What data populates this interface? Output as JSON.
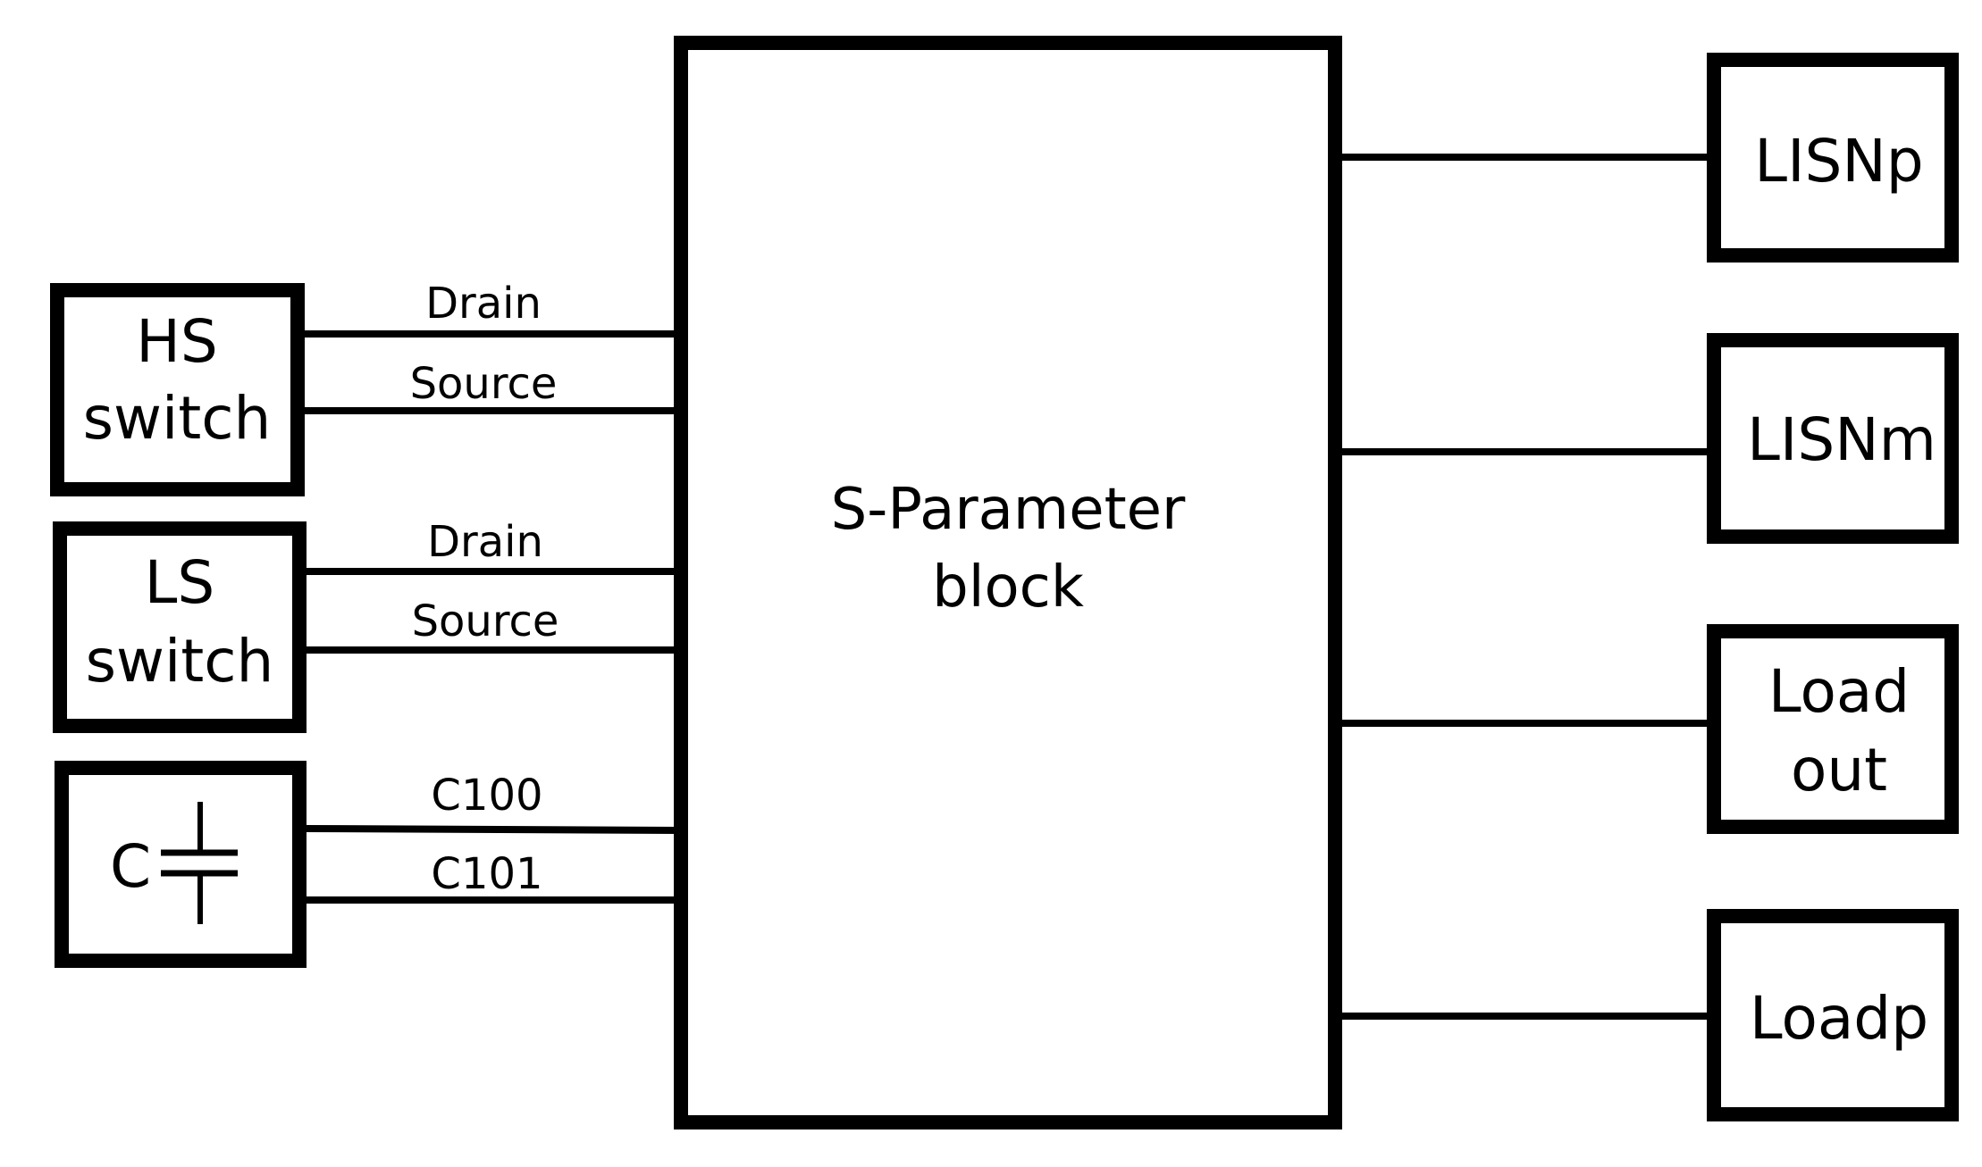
{
  "center_block": {
    "line1": "S-Parameter",
    "line2": "block"
  },
  "left_blocks": [
    {
      "line1": "HS",
      "line2": "switch",
      "wire_top": "Drain",
      "wire_bottom": "Source"
    },
    {
      "line1": "LS",
      "line2": "switch",
      "wire_top": "Drain",
      "wire_bottom": "Source"
    },
    {
      "symbol_label": "C",
      "wire_top": "C100",
      "wire_bottom": "C101"
    }
  ],
  "right_blocks": [
    {
      "line1": "LISNp"
    },
    {
      "line1": "LISNm"
    },
    {
      "line1": "Load",
      "line2": "out"
    },
    {
      "line1": "Loadp"
    }
  ],
  "colors": {
    "stroke": "#000000",
    "background": "#ffffff"
  }
}
